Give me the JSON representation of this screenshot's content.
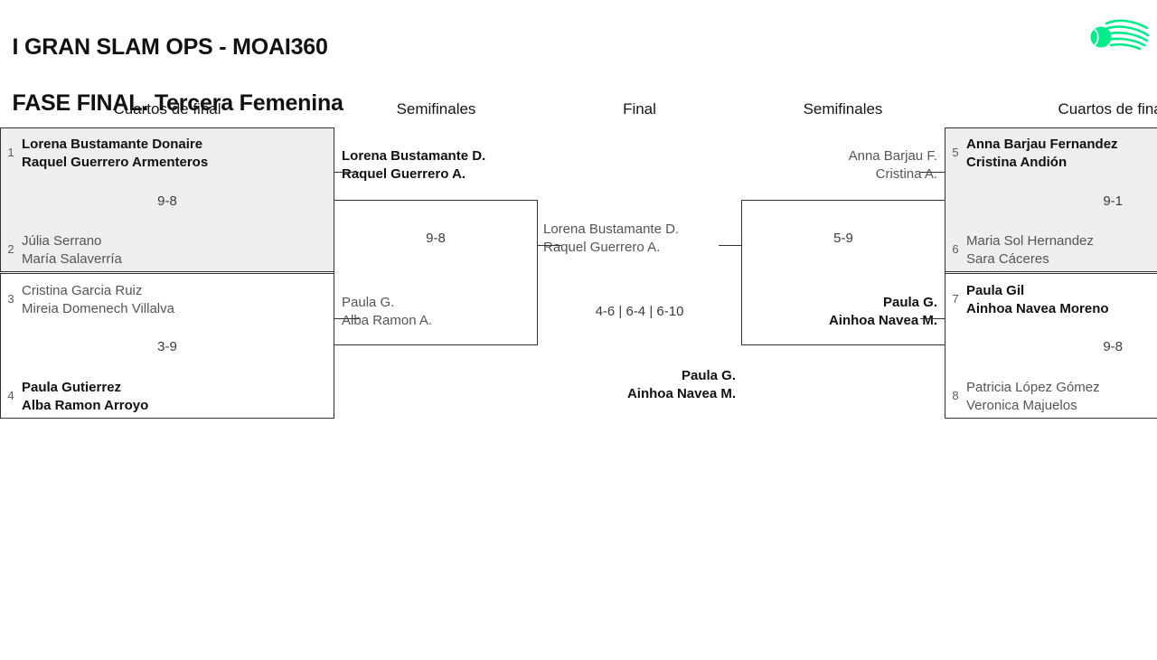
{
  "header": {
    "title_line1": "I GRAN SLAM OPS - MOAI360",
    "title_line2": "FASE FINAL. Tercera Femenina",
    "logo_name": "moai360-ball-logo",
    "logo_color": "#00EB8A"
  },
  "columns": {
    "qf_left": "Cuartos de final",
    "sf_left": "Semifinales",
    "final": "Final",
    "sf_right": "Semifinales",
    "qf_right": "Cuartos de final"
  },
  "bracket": {
    "qf_left": [
      {
        "score": "9-8",
        "top": {
          "seed": "1",
          "p1": "Lorena Bustamante Donaire",
          "p2": "Raquel Guerrero Armenteros",
          "winner": true
        },
        "bottom": {
          "seed": "2",
          "p1": "Júlia Serrano",
          "p2": "María Salaverría",
          "winner": false
        }
      },
      {
        "score": "3-9",
        "top": {
          "seed": "3",
          "p1": "Cristina Garcia Ruiz",
          "p2": "Mireia Domenech Villalva",
          "winner": false
        },
        "bottom": {
          "seed": "4",
          "p1": "Paula Gutierrez",
          "p2": "Alba Ramon Arroyo",
          "winner": true
        }
      }
    ],
    "sf_left": {
      "score": "9-8",
      "top": {
        "p1": "Lorena Bustamante D.",
        "p2": "Raquel Guerrero A.",
        "winner": true
      },
      "bottom": {
        "p1": "Paula G.",
        "p2": "Alba Ramon A.",
        "winner": false
      }
    },
    "final": {
      "score": "4-6 | 6-4 | 6-10",
      "left": {
        "p1": "Lorena Bustamante D.",
        "p2": "Raquel Guerrero A.",
        "winner": false
      },
      "right": {
        "p1": "Paula G.",
        "p2": "Ainhoa Navea M.",
        "winner": true
      }
    },
    "sf_right": {
      "score": "5-9",
      "top": {
        "p1": "Anna Barjau F.",
        "p2": "Cristina A.",
        "winner": false
      },
      "bottom": {
        "p1": "Paula G.",
        "p2": "Ainhoa Navea M.",
        "winner": true
      }
    },
    "qf_right": [
      {
        "score": "9-1",
        "top": {
          "seed": "5",
          "p1": "Anna Barjau Fernandez",
          "p2": "Cristina Andión",
          "winner": true
        },
        "bottom": {
          "seed": "6",
          "p1": "Maria Sol Hernandez",
          "p2": "Sara Cáceres",
          "winner": false
        }
      },
      {
        "score": "9-8",
        "top": {
          "seed": "7",
          "p1": "Paula Gil",
          "p2": "Ainhoa Navea Moreno",
          "winner": true
        },
        "bottom": {
          "seed": "8",
          "p1": "Patricia López Gómez",
          "p2": "Veronica Majuelos",
          "winner": false
        }
      }
    ]
  }
}
